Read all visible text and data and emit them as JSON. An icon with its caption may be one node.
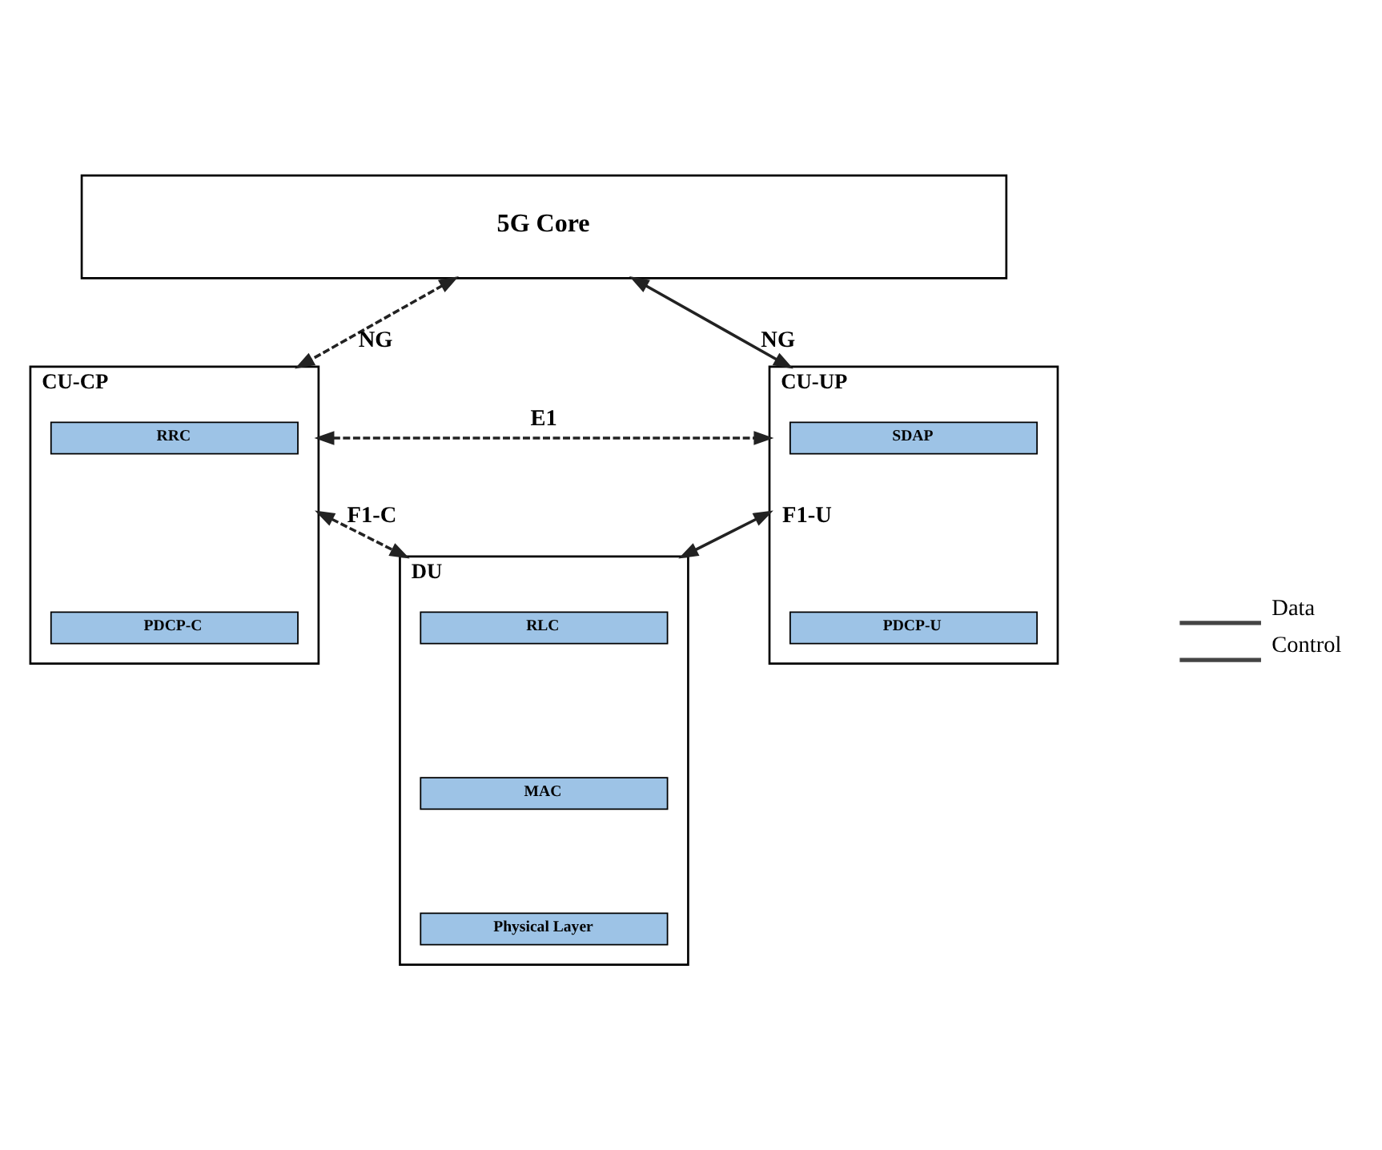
{
  "diagram": {
    "nodes": [
      {
        "text": [
          "5G Core"
        ]
      },
      {
        "text": [
          "CU-CP"
        ]
      },
      {
        "text": [
          "RRC"
        ],
        "in": 1
      },
      {
        "text": [
          "PDCP-C"
        ],
        "in": 1
      },
      {
        "text": [
          "CU-UP"
        ]
      },
      {
        "text": [
          "SDAP"
        ],
        "in": 4
      },
      {
        "text": [
          "PDCP-U"
        ],
        "in": 4
      },
      {
        "text": [
          "DU"
        ]
      },
      {
        "text": [
          "RLC"
        ],
        "in": 7
      },
      {
        "text": [
          "MAC"
        ],
        "in": 7
      },
      {
        "text": [
          "Physical Layer"
        ],
        "in": 7
      }
    ],
    "edges": [
      {
        "from": 0,
        "to": 1,
        "arrow": "both",
        "label": "NG",
        "style": "dashed"
      },
      {
        "from": 0,
        "to": 4,
        "arrow": "both",
        "label": "NG"
      },
      {
        "from": 1,
        "to": 4,
        "arrow": "both",
        "label": "E1",
        "style": "dashed"
      },
      {
        "from": 1,
        "to": 7,
        "arrow": "both",
        "label": "F1-C",
        "style": "dashed"
      },
      {
        "from": 4,
        "to": 7,
        "arrow": "both",
        "label": "F1-U"
      }
    ],
    "legend": [
      {
        "text": "Data"
      },
      {
        "text": "Control"
      }
    ]
  }
}
